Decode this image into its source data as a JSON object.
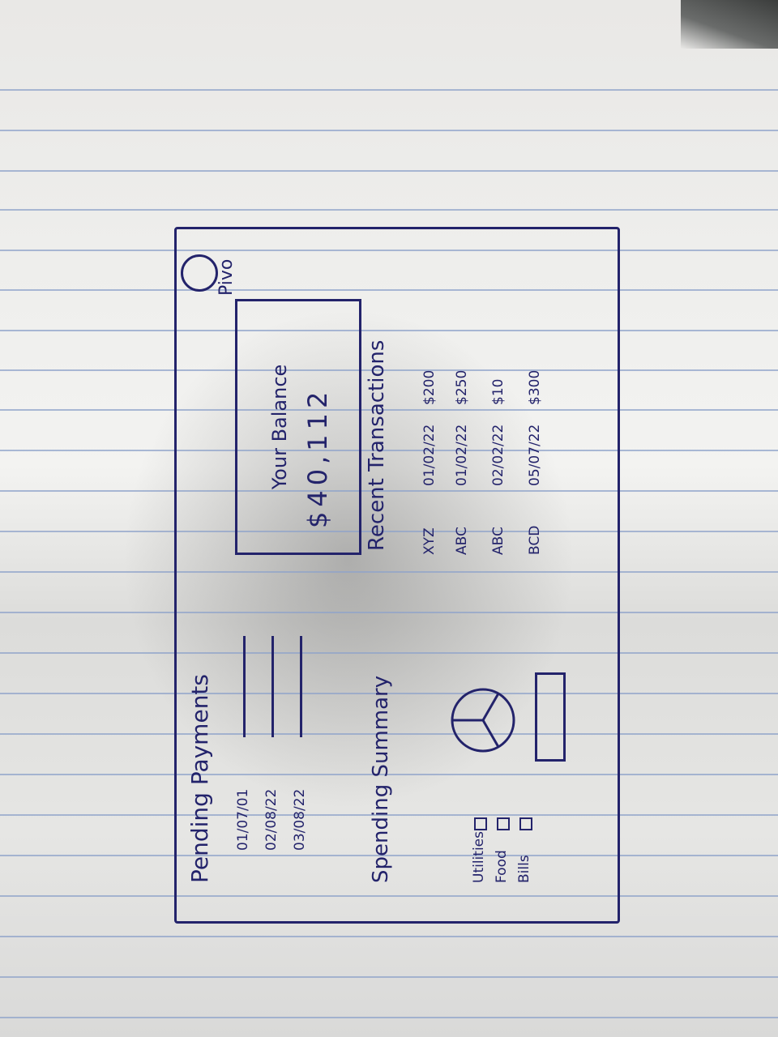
{
  "app": {
    "name": "Pivo"
  },
  "balance": {
    "title": "Your Balance",
    "amount": "$40,112"
  },
  "recent_transactions": {
    "title": "Recent Transactions",
    "rows": [
      {
        "name": "XYZ",
        "date": "01/02/22",
        "amount": "$200"
      },
      {
        "name": "ABC",
        "date": "01/02/22",
        "amount": "$250"
      },
      {
        "name": "ABC",
        "date": "02/02/22",
        "amount": "$10"
      },
      {
        "name": "BCD",
        "date": "05/07/22",
        "amount": "$300"
      }
    ]
  },
  "pending_payments": {
    "title": "Pending Payments",
    "dates": [
      "01/07/01",
      "02/08/22",
      "03/08/22"
    ]
  },
  "spending_summary": {
    "title": "Spending Summary",
    "legend": [
      "Utilities",
      "Food",
      "Bills"
    ]
  },
  "colors": {
    "ink": "#23236b",
    "paper": "#eeeeec",
    "rule": "#8fa3c9"
  }
}
